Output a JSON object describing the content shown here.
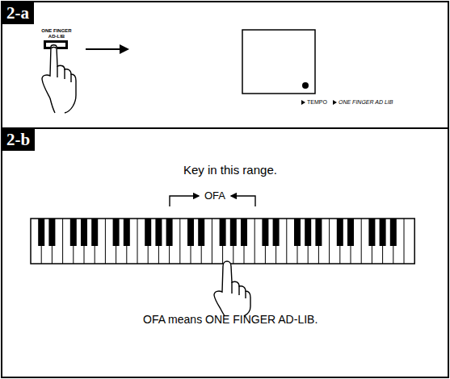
{
  "diagram": {
    "nodes": [
      {
        "text": [
          "2-a"
        ]
      },
      {
        "text": [
          "2-b",
          "Key in this range.",
          "OFA means ONE FINGER AD-LIB."
        ]
      }
    ],
    "labels": [
      "ONE FINGER AD-LIB",
      "TEMPO",
      "ONE FINGER AD LIB",
      "OFA"
    ]
  }
}
